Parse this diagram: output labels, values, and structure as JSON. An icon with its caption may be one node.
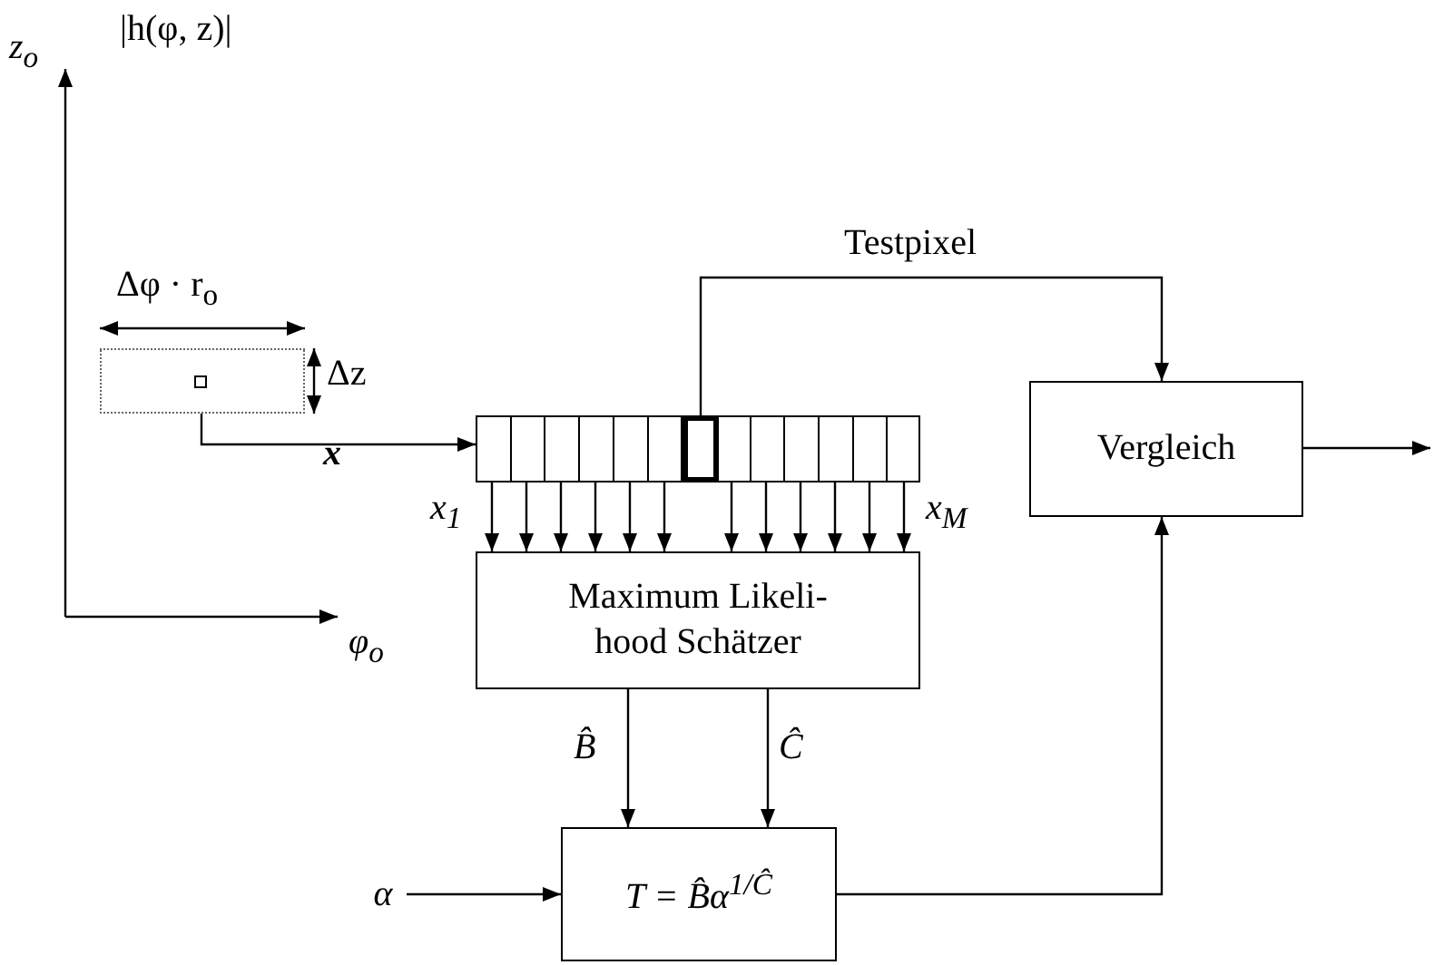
{
  "diagram": {
    "nodes": [
      {
        "text": [],
        "shape": "box"
      },
      {
        "text": [],
        "shape": "bar"
      },
      {
        "text": [],
        "shape": "box",
        "in": 1
      },
      {
        "text": [
          "Maximum Likeli- hood Schätzer"
        ]
      },
      {
        "text": [
          "Vergleich"
        ]
      },
      {
        "text": [
          "T = B̂α$^{1/Ĉ}$"
        ]
      },
      {
        "text": [
          "α"
        ]
      }
    ],
    "edges": [
      {
        "from": 0,
        "to": 1,
        "arrow": "to",
        "label": "x"
      },
      {
        "from": 2,
        "to": 4,
        "arrow": "to",
        "label": "Testpixel"
      },
      {
        "from": 1,
        "to": 3,
        "arrow": "to",
        "label": "x$_{1}$"
      },
      {
        "from": 1,
        "to": 3,
        "arrow": "to"
      },
      {
        "from": 1,
        "to": 3,
        "arrow": "to"
      },
      {
        "from": 1,
        "to": 3,
        "arrow": "to"
      },
      {
        "from": 1,
        "to": 3,
        "arrow": "to"
      },
      {
        "from": 1,
        "to": 3,
        "arrow": "to"
      },
      {
        "from": 1,
        "to": 3,
        "arrow": "to"
      },
      {
        "from": 1,
        "to": 3,
        "arrow": "to"
      },
      {
        "from": 1,
        "to": 3,
        "arrow": "to"
      },
      {
        "from": 1,
        "to": 3,
        "arrow": "to"
      },
      {
        "from": 1,
        "to": 3,
        "arrow": "to"
      },
      {
        "from": 1,
        "to": 3,
        "arrow": "to",
        "label": "x$_{M}$"
      },
      {
        "from": 3,
        "to": 5,
        "arrow": "to",
        "label": "B̂"
      },
      {
        "from": 3,
        "to": 5,
        "arrow": "to",
        "label": "Ĉ"
      },
      {
        "from": 6,
        "to": 5,
        "arrow": "to"
      },
      {
        "from": 5,
        "to": 4,
        "arrow": "to"
      },
      {
        "from": 4,
        "to": null,
        "arrow": "to"
      }
    ],
    "labels": [
      "z$_{o}$",
      "|h(φ, z)|",
      "Δφ · r$_{o}$",
      "Δz",
      "φ$_{o}$"
    ]
  }
}
